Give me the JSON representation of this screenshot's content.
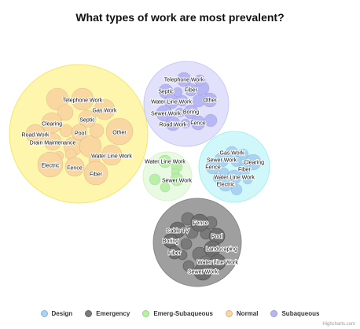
{
  "chart_data": {
    "type": "packed-bubble",
    "title": "What types of work are most prevalent?",
    "series": [
      {
        "name": "Normal",
        "color": "#fad7a0",
        "points": [
          "Telephone Work",
          "Gas Work",
          "Septic",
          "Clearing",
          "Pool",
          "Other",
          "Road Work",
          "Drain Maintenance",
          "Water Line Work",
          "Electric",
          "Fence",
          "Fiber"
        ]
      },
      {
        "name": "Subaqueous",
        "color": "#b7b7f5",
        "points": [
          "Telephone Work",
          "Septic",
          "Fiber",
          "Water Line Work",
          "Other",
          "Sewer Work",
          "Boring",
          "Road Work",
          "Fence"
        ]
      },
      {
        "name": "Design",
        "color": "#a8d4f2",
        "points": [
          "Gas Work",
          "Sewer Work",
          "Clearing",
          "Fence",
          "Fiber",
          "Water Line Work",
          "Electric"
        ]
      },
      {
        "name": "Emerg-Subaqueous",
        "color": "#b9f0a8",
        "points": [
          "Water Line Work",
          "Sewer Work"
        ]
      },
      {
        "name": "Emergency",
        "color": "#7a7a7a",
        "points": [
          "Fence",
          "Cable TV",
          "Pool",
          "Boring",
          "Landscaping",
          "Fiber",
          "Water Line Work",
          "Sewer Work"
        ]
      }
    ],
    "legend": {
      "placement": "bottom",
      "order": [
        "Design",
        "Emergency",
        "Emerg-Subaqueous",
        "Normal",
        "Subaqueous"
      ]
    }
  },
  "credits": "Highcharts.com"
}
